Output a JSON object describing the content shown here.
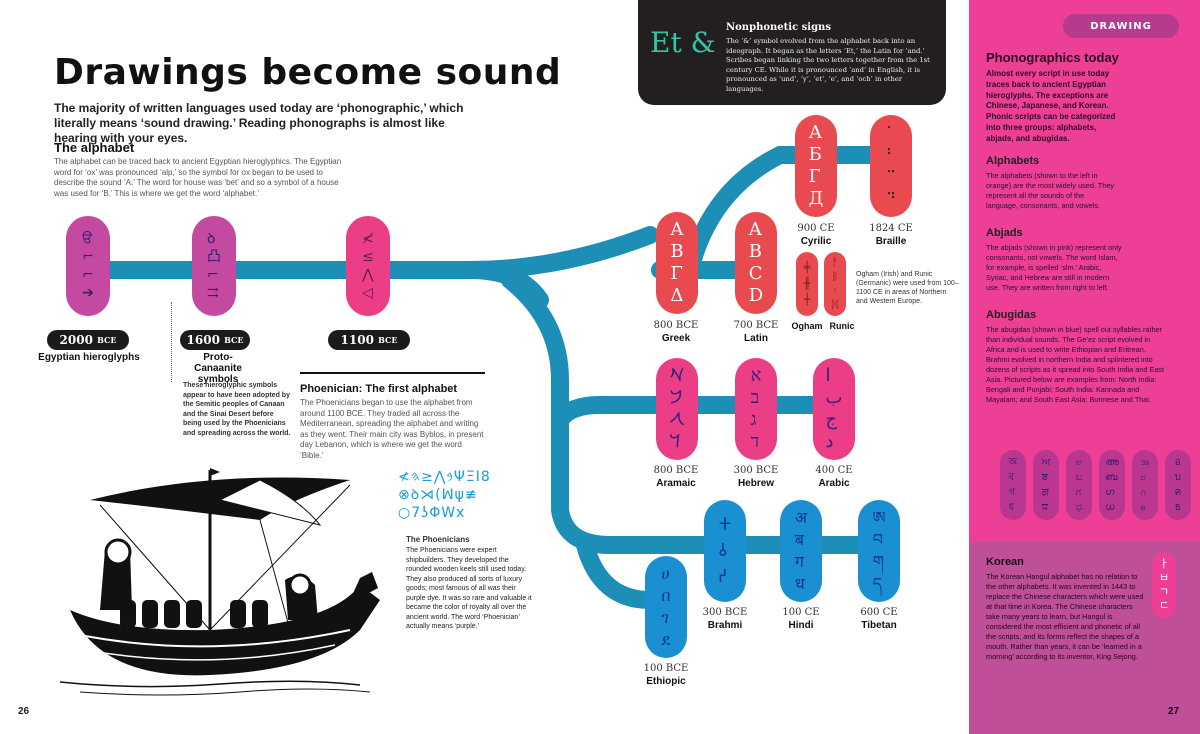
{
  "title": "Drawings become sound",
  "intro": "The majority of written languages used today are ‘phonographic,’ which literally means ‘sound drawing.’ Reading phonographs is almost like hearing with your eyes.",
  "alphabet": {
    "heading": "The alphabet",
    "text": "The alphabet can be traced back to ancient Egyptian hieroglyphics. The Egyptian word for ‘ox’ was pronounced ‘alp,’ so the symbol for ox began to be used to describe the sound ‘A.’ The word for house was ‘bet’ and so a symbol of a house was used for ‘B.’ This is where we get the word ‘alphabet.’"
  },
  "nonphonetic": {
    "glyph": "Et &",
    "heading": "Nonphonetic signs",
    "text": "The ‘&’ symbol evolved from the alphabet back into an ideograph. It began as the letters ‘Et,’ the Latin for ‘and.’ Scribes began linking the two letters together from the 1st century CE. While it is pronounced ‘and’ in English, it is pronounced as ‘und’, ‘y’, ‘et’, ‘e’, and ‘och’ in other languages."
  },
  "timeline": {
    "egyptian": {
      "date": "2000",
      "unit": "BCE",
      "name": "Egyptian hieroglyphs",
      "glyphs": "ੳ\n⌐\n⌐\n➔"
    },
    "proto": {
      "date": "1600",
      "unit": "BCE",
      "name": "Proto-Canaanite symbols",
      "glyphs": "ꝺ\n凸\n⌐\n⇉"
    },
    "phoenician": {
      "date": "1100",
      "unit": "BCE",
      "name": "Phoenician: The first alphabet",
      "glyphs": "≮\n≤\n⋀\n◁"
    }
  },
  "proto_note": "These hieroglyphic symbols appear to have been adopted by the Semitic peoples of Canaan and the Sinai Desert before being used by the Phoenicians and spreading across the world.",
  "phoenician_text": "The Phoenicians began to use the alphabet from around 1100 BCE. They traded all across the Mediterranean, spreading the alphabet and writing as they went. Their main city was Byblos, in present day Lebanon, which is where we get the word ‘Bible.’",
  "phoenician_letters": [
    "≮𐤁⋀≤𐤄ΨΞΙ8",
    "⊗ꝺ⋊(ꟽψ≢",
    "○7ʖΦWx"
  ],
  "phoenicians_box": {
    "heading": "The Phoenicians",
    "text": "The Phoenicians were expert shipbuilders. They developed the rounded wooden keels still used today. They also produced all sorts of luxury goods; most famous of all was their purple dye. It was so rare and valuable it became the color of royalty all over the ancient world. The word ‘Phoenician’ actually means ‘purple.’"
  },
  "scripts": [
    {
      "key": "cyrilic",
      "glyphs": "А\nБ\nГ\nД",
      "date": "900 CE",
      "name": "Cyrilic"
    },
    {
      "key": "braille",
      "glyphs": "⠁\n⠃\n⠉\n⠙",
      "date": "1824 CE",
      "name": "Braille"
    },
    {
      "key": "greek",
      "glyphs": "Α\nΒ\nΓ\nΔ",
      "date": "800 BCE",
      "name": "Greek"
    },
    {
      "key": "latin",
      "glyphs": "A\nB\nC\nD",
      "date": "700 BCE",
      "name": "Latin"
    },
    {
      "key": "ogham",
      "glyphs": "╪\n╫\n┼",
      "name": "Ogham"
    },
    {
      "key": "runic",
      "glyphs": "ᚨ\nᛒ\nᚲ\nᛞ",
      "name": "Runic"
    },
    {
      "key": "aramaic",
      "glyphs": "𐡀\n𐡁\n𐡂\n𐡃",
      "date": "800 BCE",
      "name": "Aramaic"
    },
    {
      "key": "hebrew",
      "glyphs": "א\nב\nג\nד",
      "date": "300 BCE",
      "name": "Hebrew"
    },
    {
      "key": "arabic",
      "glyphs": "ا\nب\nج\nد",
      "date": "400 CE",
      "name": "Arabic"
    },
    {
      "key": "brahmi",
      "glyphs": "𑀓\n𑀯\n𑀟",
      "date": "300 BCE",
      "name": "Brahmi"
    },
    {
      "key": "hindi",
      "glyphs": "अ\nब\nग\nध",
      "date": "100 CE",
      "name": "Hindi"
    },
    {
      "key": "tibetan",
      "glyphs": "ཨ\nབ\nག\nད",
      "date": "600 CE",
      "name": "Tibetan"
    },
    {
      "key": "ethiopic",
      "glyphs": "ሀ\nበ\nገ\nደ",
      "date": "100 BCE",
      "name": "Ethiopic"
    }
  ],
  "ogham_note": "Ogham (Irish) and Runic (Germanic) were used from 100–1100 CE in areas of Northern and Western Europe.",
  "sidebar": {
    "tab": "DRAWING",
    "heading": "Phonographics today",
    "intro": "Almost every script in use today traces back to ancient Egyptian hieroglyphs. The exceptions are Chinese, Japanese, and Korean. Phonic scripts can be categorized into three groups: alphabets, abjads, and abugidas.",
    "alphabets_h": "Alphabets",
    "alphabets_t": "The alphabets (shown to the left in orange) are the most widely used. They represent all the sounds of the language, consonants, and vowels.",
    "abjads_h": "Abjads",
    "abjads_t": "The abjads (shown in pink) represent only consonants, not vowels. The word Islam, for example, is spelled ‘slm.’ Arabic, Syriac, and Hebrew are still in modern use. They are written from right to left.",
    "abugidas_h": "Abugidas",
    "abugidas_t": "The abugidas (shown in blue) spell out syllables rather than individual sounds. The Ge’ez script evolved in Africa and is used to write Ethiopian and Eritrean. Brahmi evolved in northern India and splintered into dozens of scripts as it spread into South India and East Asia. Pictured below are examples from: North India: Bengali and Punjabi; South India: Kannada and Mayalam; and South East Asia: Burmese and Thai.",
    "abugida_pills": [
      "অ\nব\nগ\nধ",
      "ਅ\nਬ\nਗ\nਧ",
      "ಅ\nಬ\nಗ\nಧ",
      "അ\nബ\nഗ\nധ",
      "အ\nဗ\nဂ\nဓ",
      "อ\nบ\nค\nธ"
    ],
    "korean_h": "Korean",
    "korean_t": "The Korean Hangul alphabet has no relation to the other alphabets. It was invented in 1443 to replace the Chinese characters which were used at that time in Korea. The Chinese characters take many years to learn, but Hangul is considered the most efficient and phonetic of all the scripts, and its forms reflect the shapes of a mouth. Rather than years, it can be ‘learned in a morning’ according to its inventor, King Sejong.",
    "korean_glyphs": "ㅏ\nㅂ\nㄱ\nㄷ"
  },
  "page_left": "26",
  "page_right": "27",
  "colors": {
    "purple": "#c34aa0",
    "pink": "#ec3e86",
    "red": "#e84a4f",
    "blue": "#1a8fd1",
    "teal": "#1d8fb6",
    "sidebar": "#ec3f95"
  }
}
